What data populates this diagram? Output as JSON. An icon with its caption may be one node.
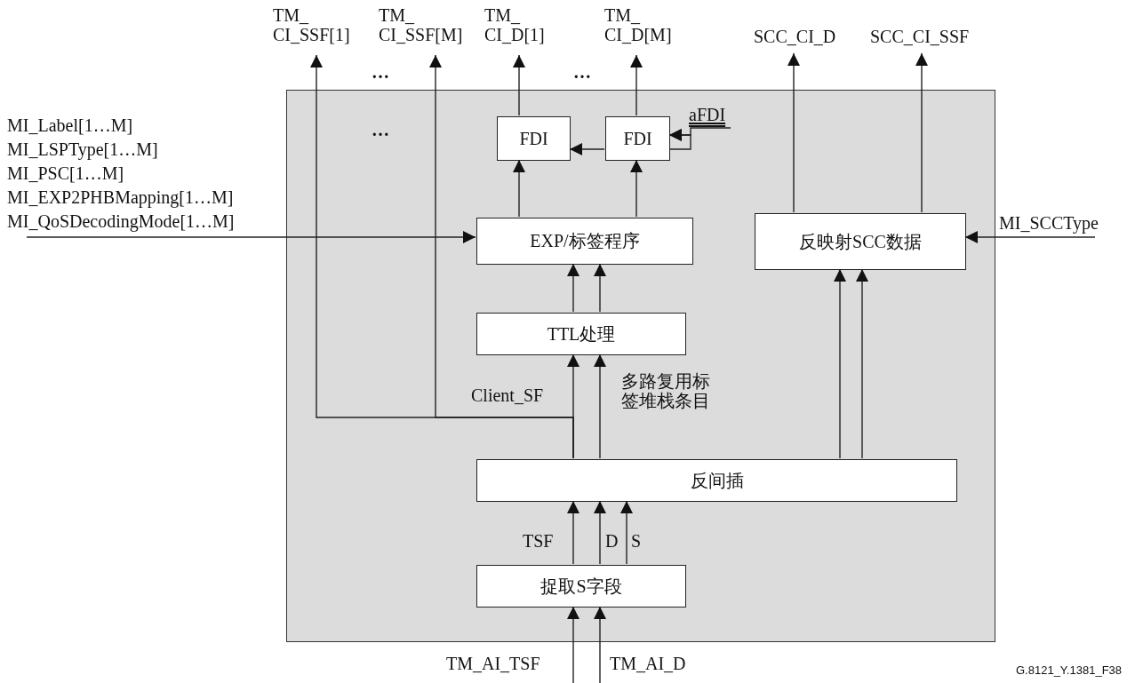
{
  "diagram": {
    "nodes": [
      {
        "text": [],
        "shape": "box"
      },
      {
        "text": [
          "FDI"
        ],
        "in": 0
      },
      {
        "text": [
          "FDI"
        ],
        "in": 0
      },
      {
        "text": [
          "EXP/标签程序"
        ],
        "in": 0
      },
      {
        "text": [
          "反映射SCC数据"
        ],
        "in": 0
      },
      {
        "text": [
          "TTL处理"
        ],
        "in": 0
      },
      {
        "text": [
          "反间插"
        ],
        "in": 0
      },
      {
        "text": [
          "捉取S字段"
        ],
        "in": 0
      },
      {
        "text": [
          "TM_ CI_SSF[1]"
        ]
      },
      {
        "text": [
          "TM_ CI_SSF[M]"
        ]
      },
      {
        "text": [
          "TM_ CI_D[1]"
        ]
      },
      {
        "text": [
          "TM_ CI_D[M]"
        ]
      },
      {
        "text": [
          "SCC_CI_D"
        ]
      },
      {
        "text": [
          "SCC_CI_SSF"
        ]
      },
      {
        "text": [
          "MI_Label[1…M]",
          "MI_LSPType[1…M]",
          "MI_PSC[1…M]",
          "MI_EXP2PHBMapping[1…M]",
          "MI_QoSDecodingMode[1…M]"
        ]
      },
      {
        "text": [
          "MI_SCCType"
        ]
      },
      {
        "text": [
          "aFDI"
        ],
        "in": 0
      }
    ],
    "edges": [
      {
        "from": 1,
        "to": 10,
        "arrow": "to"
      },
      {
        "from": 2,
        "to": 11,
        "arrow": "to"
      },
      {
        "from": 2,
        "to": 1,
        "arrow": "to"
      },
      {
        "from": 16,
        "to": 2,
        "arrow": "to"
      },
      {
        "from": 2,
        "to": 2,
        "arrow": "to"
      },
      {
        "from": 3,
        "to": 1,
        "arrow": "to"
      },
      {
        "from": 3,
        "to": 2,
        "arrow": "to"
      },
      {
        "from": 4,
        "to": 12,
        "arrow": "to"
      },
      {
        "from": 4,
        "to": 13,
        "arrow": "to"
      },
      {
        "from": 14,
        "to": 3,
        "arrow": "to"
      },
      {
        "from": 15,
        "to": 4,
        "arrow": "to"
      },
      {
        "from": 5,
        "to": 3,
        "arrow": "to"
      },
      {
        "from": 5,
        "to": 3,
        "arrow": "to"
      },
      {
        "from": 6,
        "to": 5,
        "arrow": "to",
        "label": "Client_SF"
      },
      {
        "from": 6,
        "to": 5,
        "arrow": "to",
        "label": "多路复用标签堆栈条目"
      },
      {
        "from": 6,
        "to": 8,
        "arrow": "to"
      },
      {
        "from": 6,
        "to": 9,
        "arrow": "to"
      },
      {
        "from": 6,
        "to": 4,
        "arrow": "to"
      },
      {
        "from": 6,
        "to": 4,
        "arrow": "to"
      },
      {
        "from": 7,
        "to": 6,
        "arrow": "to",
        "label": "TSF"
      },
      {
        "from": 7,
        "to": 6,
        "arrow": "to",
        "label": "D"
      },
      {
        "from": 7,
        "to": 6,
        "arrow": "to",
        "label": "S"
      },
      {
        "from": null,
        "to": 7,
        "arrow": "to",
        "label": "TM_AI_TSF"
      },
      {
        "from": null,
        "to": 7,
        "arrow": "to",
        "label": "TM_AI_D"
      }
    ],
    "labels": [
      "…",
      "…",
      "…",
      "G.8121_Y.1381_F38"
    ]
  }
}
